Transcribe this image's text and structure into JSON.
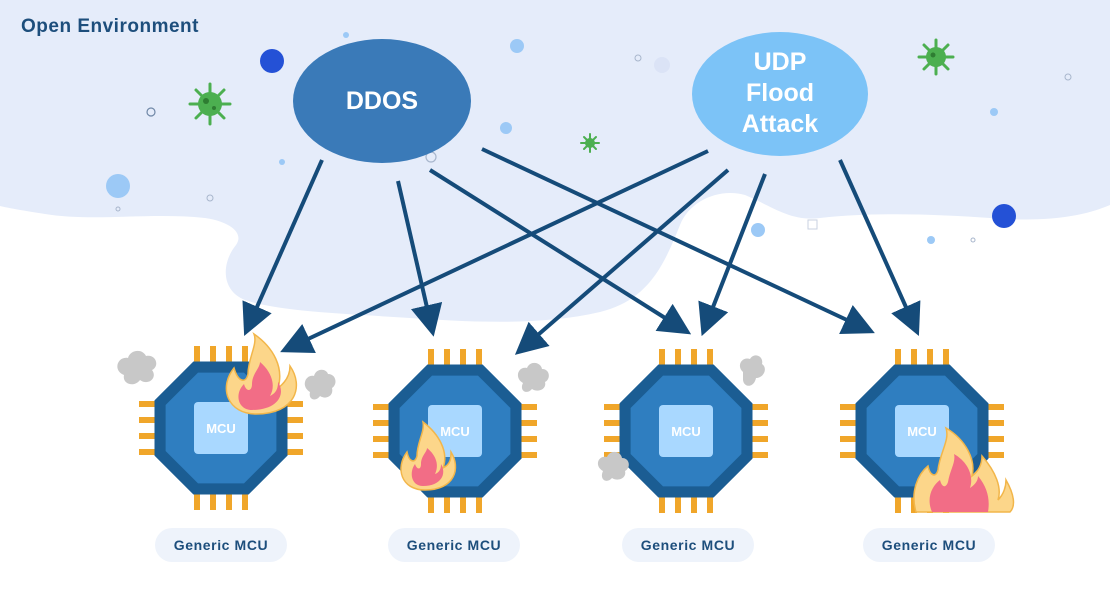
{
  "environment_label": "Open Environment",
  "attacks": [
    {
      "id": "ddos",
      "label": "DDOS",
      "color": "#3a7ab8"
    },
    {
      "id": "udp",
      "label": "UDP\nFlood\nAttack",
      "color": "#7cc3f7"
    }
  ],
  "mcus": [
    {
      "chip_label": "MCU",
      "caption": "Generic MCU"
    },
    {
      "chip_label": "MCU",
      "caption": "Generic MCU"
    },
    {
      "chip_label": "MCU",
      "caption": "Generic MCU"
    },
    {
      "chip_label": "MCU",
      "caption": "Generic MCU"
    }
  ],
  "connections": [
    {
      "from": "DDOS",
      "to": [
        "Generic MCU 1",
        "Generic MCU 2",
        "Generic MCU 3",
        "Generic MCU 4"
      ]
    },
    {
      "from": "UDP Flood Attack",
      "to": [
        "Generic MCU 1",
        "Generic MCU 2",
        "Generic MCU 3",
        "Generic MCU 4"
      ]
    }
  ],
  "colors": {
    "cloud": "#e5ecfa",
    "arrow": "#154b79",
    "chip_body_outer": "#1b5d93",
    "chip_body_inner": "#2f7ec0",
    "chip_core": "#a9d8ff",
    "pins": "#f0a62a",
    "fire_outer": "#fcd68a",
    "fire_inner": "#f26d86",
    "smoke": "#c8c8c8",
    "virus": "#4caf50",
    "caption_pill": "#eef3fb"
  },
  "icons": [
    "virus-icon",
    "fire-icon",
    "smoke-icon"
  ]
}
